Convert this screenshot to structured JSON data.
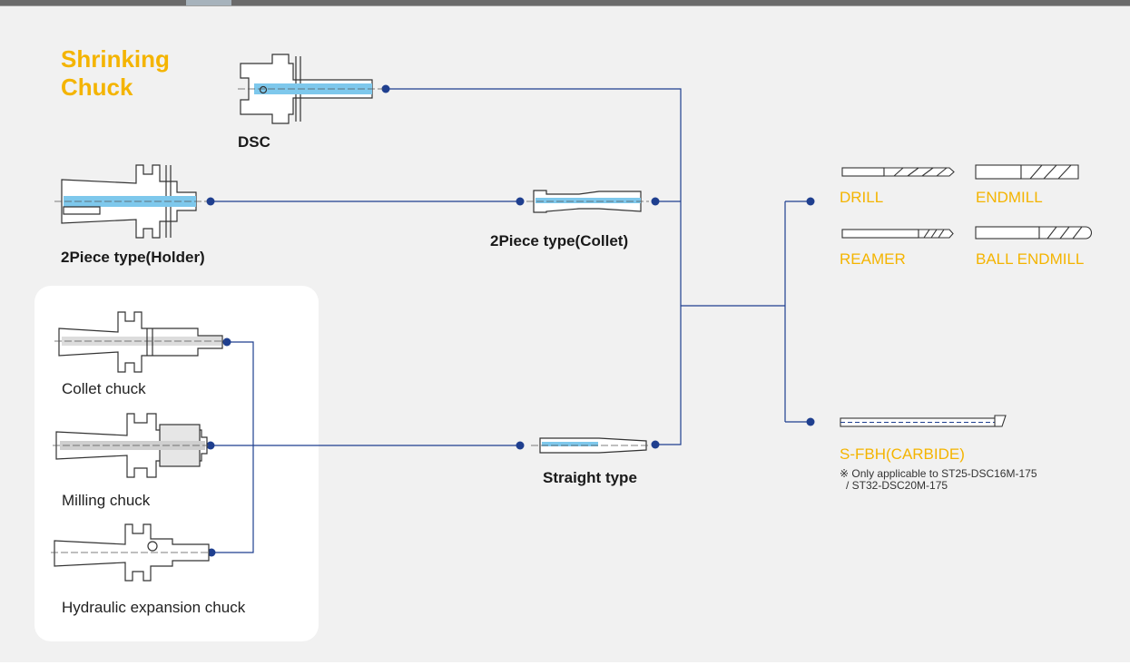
{
  "title": {
    "line1": "Shrinking",
    "line2": "Chuck"
  },
  "holders": {
    "dsc": "DSC",
    "two_piece_holder": "2Piece type(Holder)",
    "collet_chuck": "Collet chuck",
    "milling_chuck": "Milling chuck",
    "hydraulic_chuck": "Hydraulic expansion chuck"
  },
  "adapters": {
    "two_piece_collet": "2Piece type(Collet)",
    "straight": "Straight type"
  },
  "tools": {
    "drill": "DRILL",
    "endmill": "ENDMILL",
    "reamer": "REAMER",
    "ball_endmill": "BALL ENDMILL",
    "sfbh": "S-FBH(CARBIDE)",
    "sfbh_note_line1": "※ Only applicable to ST25-DSC16M-175",
    "sfbh_note_line2": "/ ST32-DSC20M-175"
  },
  "colors": {
    "accent": "#f4b400",
    "connector": "#1f3f8f",
    "tool_highlight": "#7ec8ec",
    "background": "#f1f1f1",
    "panel": "#ffffff"
  }
}
